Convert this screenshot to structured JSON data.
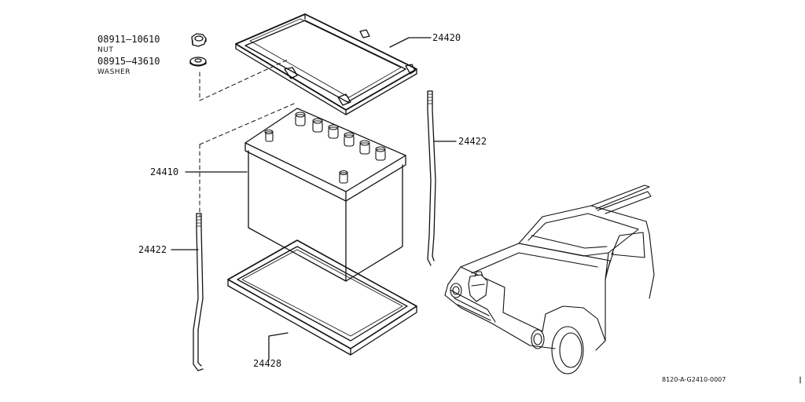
{
  "parts": {
    "nut_number": "08911–10610",
    "nut_name": "NUT",
    "washer_number": "08915–43610",
    "washer_name": "WASHER",
    "clamp": "24420",
    "rod_right": "24422",
    "battery": "24410",
    "rod_left": "24422",
    "tray": "24428"
  },
  "diagram_code": "8120-A-G2410-0007",
  "icons": {
    "nut": "hex-nut-icon",
    "washer": "washer-icon"
  },
  "colors": {
    "ink": "#111111",
    "background": "#ffffff"
  }
}
